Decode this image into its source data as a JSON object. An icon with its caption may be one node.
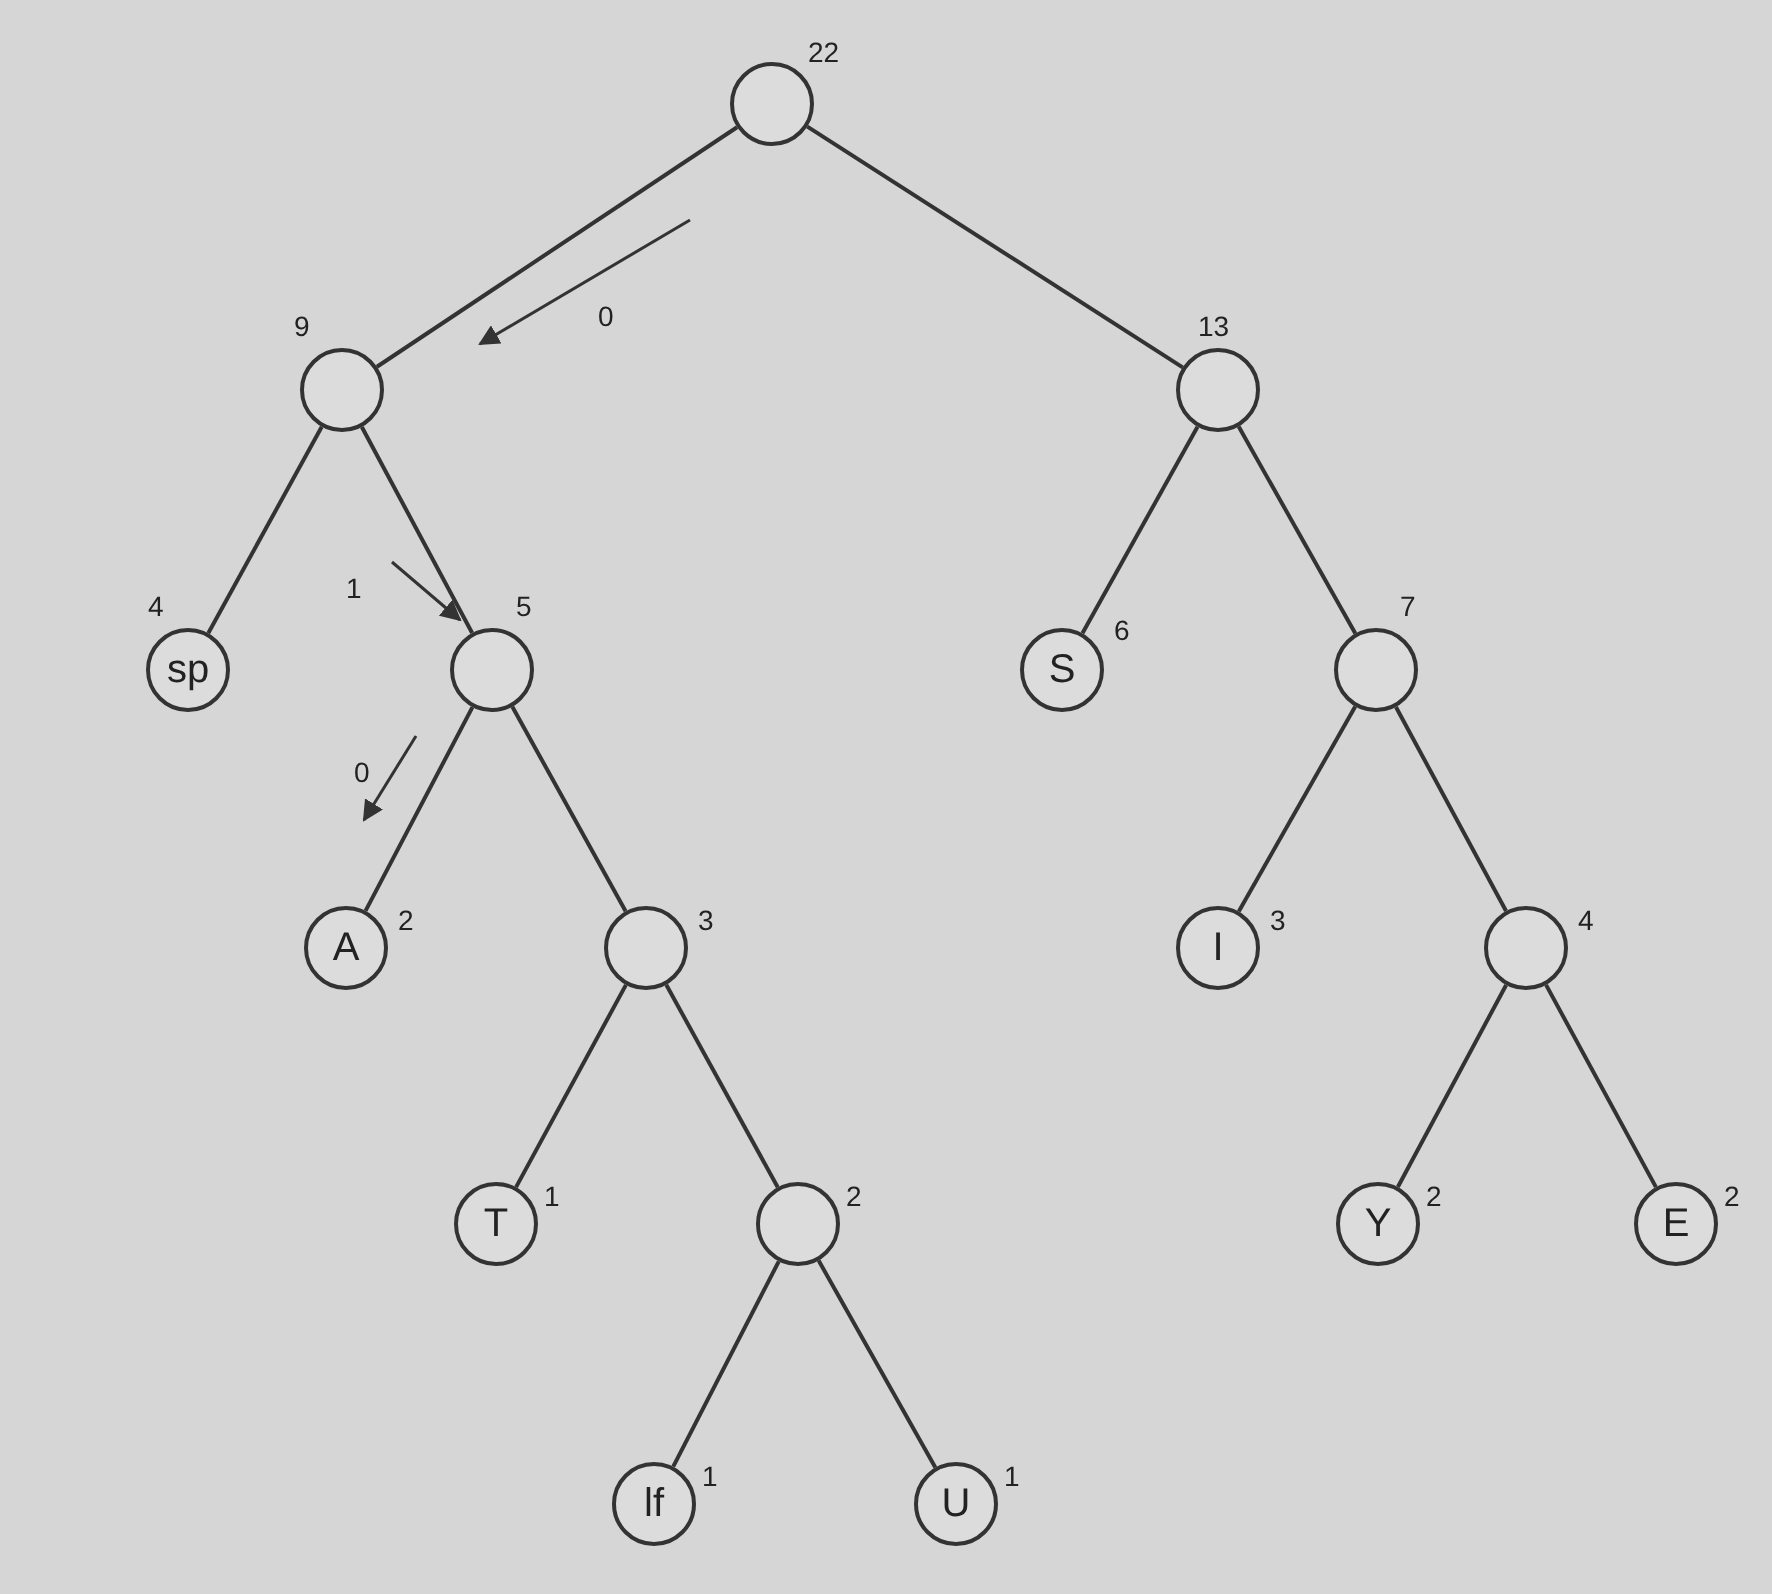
{
  "diagram": {
    "nodes": [
      {
        "text": [],
        "shape": "circle",
        "beside": [
          "22"
        ]
      },
      {
        "text": [],
        "shape": "circle",
        "beside": [
          "9"
        ]
      },
      {
        "text": [],
        "shape": "circle",
        "beside": [
          "13"
        ]
      },
      {
        "text": [
          "sp"
        ],
        "beside": [
          "4"
        ]
      },
      {
        "text": [],
        "shape": "circle",
        "beside": [
          "5"
        ]
      },
      {
        "text": [
          "S"
        ],
        "beside": [
          "6"
        ]
      },
      {
        "text": [],
        "shape": "circle",
        "beside": [
          "7"
        ]
      },
      {
        "text": [
          "A"
        ],
        "beside": [
          "2"
        ]
      },
      {
        "text": [],
        "shape": "circle",
        "beside": [
          "3"
        ]
      },
      {
        "text": [
          "I"
        ],
        "beside": [
          "3"
        ]
      },
      {
        "text": [],
        "shape": "circle",
        "beside": [
          "4"
        ]
      },
      {
        "text": [
          "T"
        ],
        "beside": [
          "1"
        ]
      },
      {
        "text": [],
        "shape": "circle",
        "beside": [
          "2"
        ]
      },
      {
        "text": [
          "Y"
        ],
        "beside": [
          "2"
        ]
      },
      {
        "text": [
          "E"
        ],
        "beside": [
          "2"
        ]
      },
      {
        "text": [
          "lf"
        ],
        "beside": [
          "1"
        ]
      },
      {
        "text": [
          "U"
        ],
        "beside": [
          "1"
        ]
      }
    ],
    "edges": [
      {
        "from": 0,
        "to": 1,
        "arrow": "none",
        "label": "0"
      },
      {
        "from": 0,
        "to": 2,
        "arrow": "none"
      },
      {
        "from": 1,
        "to": 3,
        "arrow": "none"
      },
      {
        "from": 1,
        "to": 4,
        "arrow": "none",
        "label": "1"
      },
      {
        "from": 2,
        "to": 5,
        "arrow": "none"
      },
      {
        "from": 2,
        "to": 6,
        "arrow": "none"
      },
      {
        "from": 4,
        "to": 7,
        "arrow": "none",
        "label": "0"
      },
      {
        "from": 4,
        "to": 8,
        "arrow": "none"
      },
      {
        "from": 6,
        "to": 9,
        "arrow": "none"
      },
      {
        "from": 6,
        "to": 10,
        "arrow": "none"
      },
      {
        "from": 8,
        "to": 11,
        "arrow": "none"
      },
      {
        "from": 8,
        "to": 12,
        "arrow": "none"
      },
      {
        "from": 10,
        "to": 13,
        "arrow": "none"
      },
      {
        "from": 10,
        "to": 14,
        "arrow": "none"
      },
      {
        "from": 12,
        "to": 15,
        "arrow": "none"
      },
      {
        "from": 12,
        "to": 16,
        "arrow": "none"
      }
    ]
  }
}
